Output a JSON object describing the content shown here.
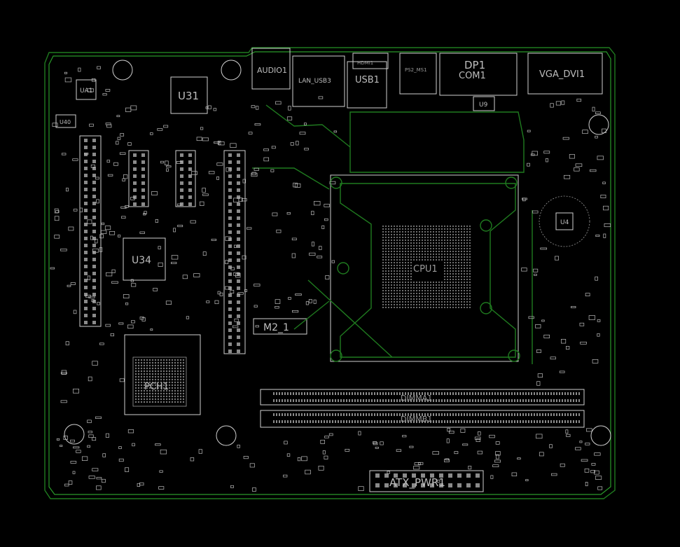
{
  "board": {
    "outline_color": "#1f8a1f",
    "silkscreen_color": "#c8c8c8",
    "background_color": "#000000"
  },
  "labels": {
    "audio": "AUDIO1",
    "lan_usb": "LAN_USB3",
    "usb": "USB1",
    "hdmi": "HDMI1",
    "ps2": "PS2_MS1",
    "dp": "DP1",
    "com": "COM1",
    "vga_dvi": "VGA_DVI1",
    "u9": "U9",
    "ua1": "UA1",
    "u40": "U40",
    "u31": "U31",
    "u34": "U34",
    "u4": "U4",
    "m2": "M2_1",
    "pch": "PCH1",
    "dimm_a": "DIMMA1",
    "dimm_b": "DIMMB1",
    "atx": "ATX_PWR1",
    "cpu": "CPU1"
  }
}
